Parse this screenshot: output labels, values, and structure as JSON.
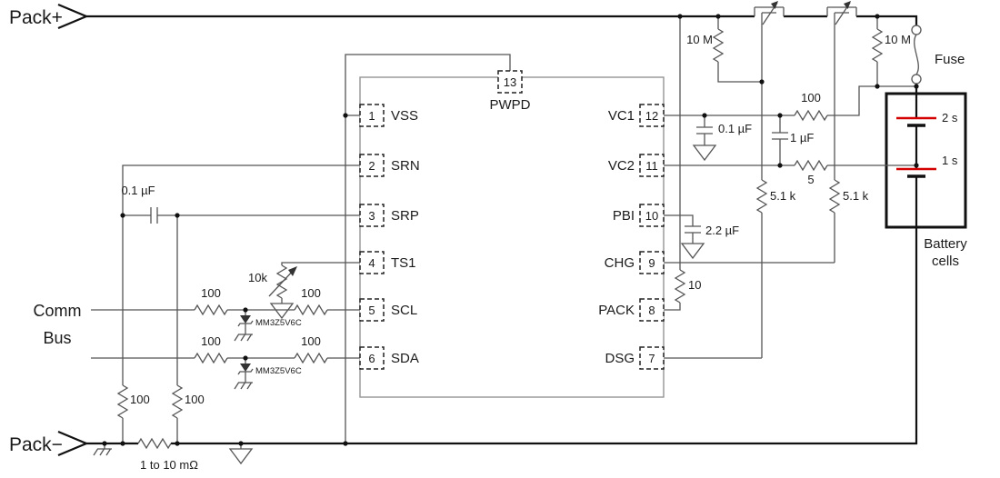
{
  "terminals": {
    "pack_plus": "Pack+",
    "pack_minus": "Pack−"
  },
  "comm_bus": {
    "line1": "Comm",
    "line2": "Bus"
  },
  "fuse_label": "Fuse",
  "battery": {
    "label_line1": "Battery",
    "label_line2": "cells",
    "top_cell": "2 s",
    "bottom_cell": "1 s"
  },
  "ic": {
    "left_pins": [
      {
        "num": "1",
        "name": "VSS"
      },
      {
        "num": "2",
        "name": "SRN"
      },
      {
        "num": "3",
        "name": "SRP"
      },
      {
        "num": "4",
        "name": "TS1"
      },
      {
        "num": "5",
        "name": "SCL"
      },
      {
        "num": "6",
        "name": "SDA"
      }
    ],
    "right_pins": [
      {
        "num": "12",
        "name": "VC1"
      },
      {
        "num": "11",
        "name": "VC2"
      },
      {
        "num": "10",
        "name": "PBI"
      },
      {
        "num": "9",
        "name": "CHG"
      },
      {
        "num": "8",
        "name": "PACK"
      },
      {
        "num": "7",
        "name": "DSG"
      }
    ],
    "top_pin": {
      "num": "13",
      "name": "PWPD"
    }
  },
  "components": {
    "sense_resistor": "1 to 10 mΩ",
    "srn_filter_r": "100",
    "srp_filter_r": "100",
    "sense_filter_cap": "0.1 µF",
    "scl_series_r1": "100",
    "scl_series_r2": "100",
    "sda_series_r1": "100",
    "sda_series_r2": "100",
    "scl_zener": "MM3Z5V6C",
    "sda_zener": "MM3Z5V6C",
    "thermistor": "10k",
    "vc1_cap": "0.1 µF",
    "vc1_vc2_cap": "1 µF",
    "pbi_cap": "2.2 µF",
    "vc1_r": "100",
    "vc2_r": "5",
    "pack_r": "10",
    "dsg_gate_r": "5.1 k",
    "chg_gate_r": "5.1 k",
    "left_bleed_r": "10 M",
    "right_bleed_r": "10 M"
  },
  "colors": {
    "cell_plate": "#d40000",
    "wire": "#555555",
    "rail": "#111111"
  }
}
